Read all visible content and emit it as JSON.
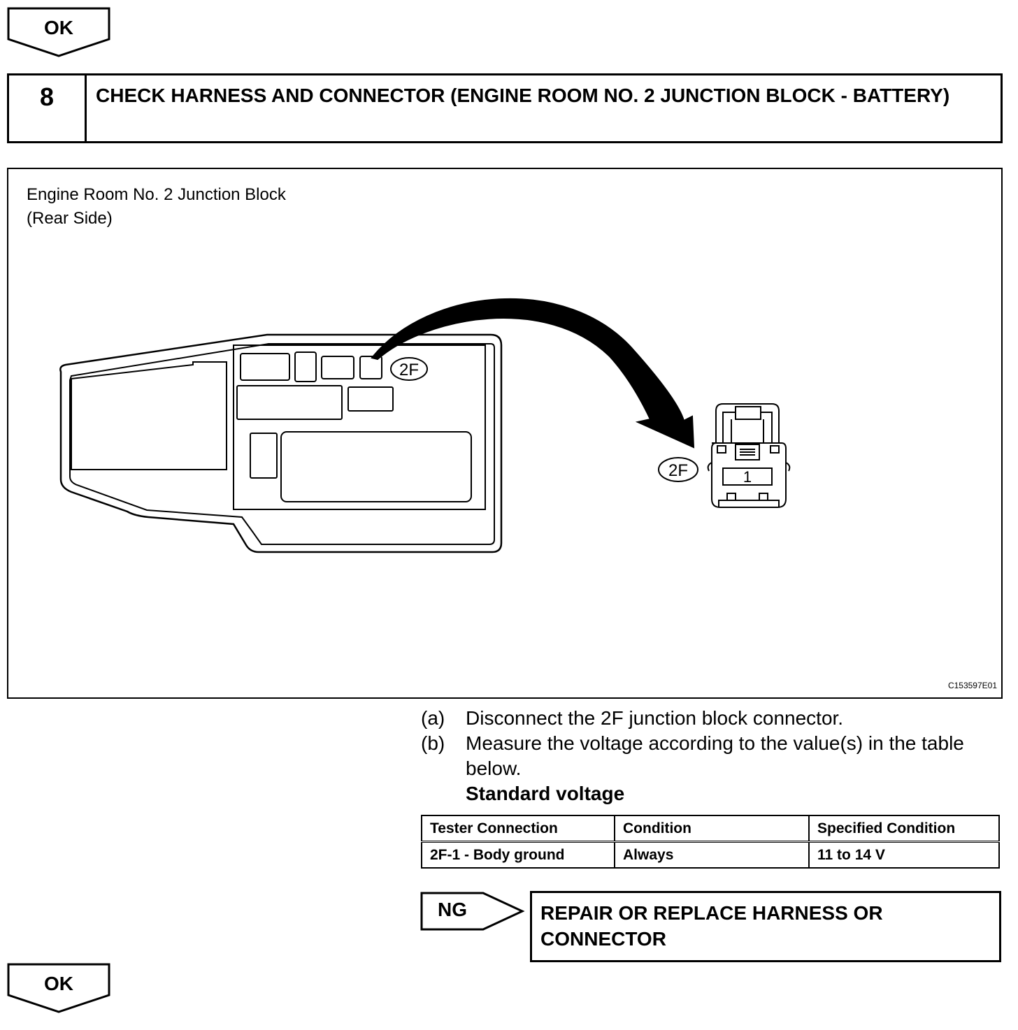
{
  "top_result": {
    "label": "OK"
  },
  "step": {
    "number": "8",
    "title": "CHECK HARNESS AND CONNECTOR (ENGINE ROOM NO. 2 JUNCTION BLOCK - BATTERY)"
  },
  "figure": {
    "caption_line1": "Engine Room No. 2 Junction Block",
    "caption_line2": "(Rear Side)",
    "connector_tag_block": "2F",
    "connector_tag_detail": "2F",
    "pin_number": "1",
    "code": "C153597E01"
  },
  "instructions": [
    {
      "mark": "(a)",
      "text": "Disconnect the 2F junction block connector."
    },
    {
      "mark": "(b)",
      "text": "Measure the voltage according to the value(s) in the table below."
    }
  ],
  "standard_label": "Standard voltage",
  "table": {
    "headers": [
      "Tester Connection",
      "Condition",
      "Specified Condition"
    ],
    "rows": [
      [
        "2F-1 - Body ground",
        "Always",
        "11 to 14 V"
      ]
    ]
  },
  "ng": {
    "label": "NG",
    "action": "REPAIR OR REPLACE HARNESS OR CONNECTOR"
  },
  "bottom_result": {
    "label": "OK"
  }
}
